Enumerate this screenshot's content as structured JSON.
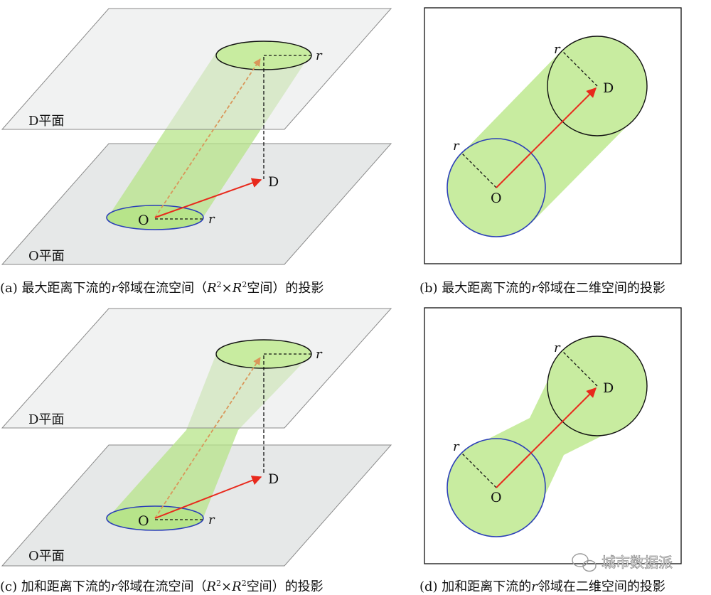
{
  "panel_a": {
    "d_plane_label": "D平面",
    "o_plane_label": "O平面",
    "o_label": "O",
    "d_label": "D",
    "r_label_top": "r",
    "r_label_bottom": "r",
    "caption": {
      "prefix": "(a) 最大距离下流的",
      "italic_r": "r",
      "mid": "邻域在流空间（",
      "R1": "R",
      "sup1": "2",
      "times": "×",
      "R2": "R",
      "sup2": "2",
      "suffix": "空间）的投影"
    }
  },
  "panel_b": {
    "o_label": "O",
    "d_label": "D",
    "r_label_o": "r",
    "r_label_d": "r",
    "caption": {
      "prefix": "(b) 最大距离下流的",
      "italic_r": "r",
      "suffix": "邻域在二维空间的投影"
    }
  },
  "panel_c": {
    "d_plane_label": "D平面",
    "o_plane_label": "O平面",
    "o_label": "O",
    "d_label": "D",
    "r_label_top": "r",
    "r_label_bottom": "r",
    "caption": {
      "prefix": "(c) 加和距离下流的",
      "italic_r": "r",
      "mid": "邻域在流空间（",
      "R1": "R",
      "sup1": "2",
      "times": "×",
      "R2": "R",
      "sup2": "2",
      "suffix": "空间）的投影"
    }
  },
  "panel_d": {
    "o_label": "O",
    "d_label": "D",
    "r_label_o": "r",
    "r_label_d": "r",
    "caption": {
      "prefix": "(d) 加和距离下流的",
      "italic_r": "r",
      "suffix": "邻域在二维空间的投影"
    }
  },
  "watermark": {
    "text": "城市数据派"
  },
  "colors": {
    "plane_fill": "#e6e8e8",
    "plane_stroke": "#8a8a8a",
    "region_green": "#c8eca0",
    "region_green_alpha": "#a8dc78",
    "circle_blue": "#2b3fb8",
    "arrow_red": "#e8291c",
    "arrow_dashed": "#d9965a",
    "black": "#111111"
  }
}
